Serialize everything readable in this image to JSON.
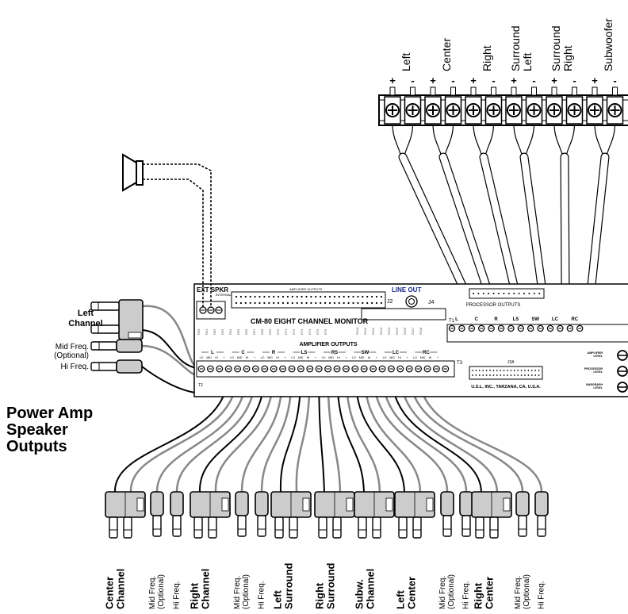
{
  "top_terminals": {
    "channels": [
      "Left",
      "Center",
      "Right",
      "Surround\nLeft",
      "Surround\nRight",
      "Subwoofer"
    ],
    "polarity": [
      "+",
      "-"
    ]
  },
  "board": {
    "ext_spkr": "EXT SPKR",
    "internal_speaker": "INTERNAL SPEAKER",
    "amp_outputs_small": "AMPLIFIER OUTPUTS",
    "j2": "J2",
    "line_out": "LINE OUT",
    "j4": "J4",
    "processor_outputs": "PROCESSOR OUTPUTS",
    "model": "CM-80 EIGHT CHANNEL MONITOR",
    "amplifier_outputs": "AMPLIFIER OUTPUTS",
    "t1": "T1",
    "t2": "T2",
    "t3": "T3",
    "j3a": "J3A",
    "manufacturer": "U.S.L, INC., TARZANA, CA, U.S.A.",
    "processor_groups": [
      "L",
      "C",
      "R",
      "LS",
      "SW",
      "LC",
      "RC"
    ],
    "amp_groups": [
      "L",
      "C",
      "R",
      "LS",
      "RS",
      "SW",
      "LC",
      "RC"
    ],
    "sub_labels": [
      "LO",
      "MID",
      "HI",
      "+"
    ],
    "level_knobs": [
      "AMPLIFIER\nLEVEL",
      "PROCESSOR\nLEVEL",
      "BARGRAPH\nLEVEL"
    ]
  },
  "left_inputs": {
    "channel_label": "Left\nChannel",
    "mid_label": "Mid Freq.\n(Optional)",
    "hi_label": "Hi Freq."
  },
  "power_amp_title": "Power Amp\nSpeaker\nOutputs",
  "bottom_labels": [
    {
      "text": "Center\nChannel",
      "bold": true
    },
    {
      "text": "Mid Freq.\n(Optional)",
      "bold": false
    },
    {
      "text": "Hi Freq.",
      "bold": false
    },
    {
      "text": "Right\nChannel",
      "bold": true
    },
    {
      "text": "Mid Freq.\n(Optional)",
      "bold": false
    },
    {
      "text": "Hi Freq.",
      "bold": false
    },
    {
      "text": "Left\nSurround",
      "bold": true
    },
    {
      "text": "Right\nSurround",
      "bold": true
    },
    {
      "text": "Subw.\nChannel",
      "bold": true
    },
    {
      "text": "Left\nCenter",
      "bold": true
    },
    {
      "text": "Mid Freq.\n(Optional)",
      "bold": false
    },
    {
      "text": "Hi Freq.",
      "bold": false
    },
    {
      "text": "Right\nCenter",
      "bold": true
    },
    {
      "text": "Mid Freq.\n(Optional)",
      "bold": false
    },
    {
      "text": "Hi Freq.",
      "bold": false
    }
  ],
  "colors": {
    "ink": "#000000",
    "wire": "#888888",
    "plug": "#cccccc"
  }
}
